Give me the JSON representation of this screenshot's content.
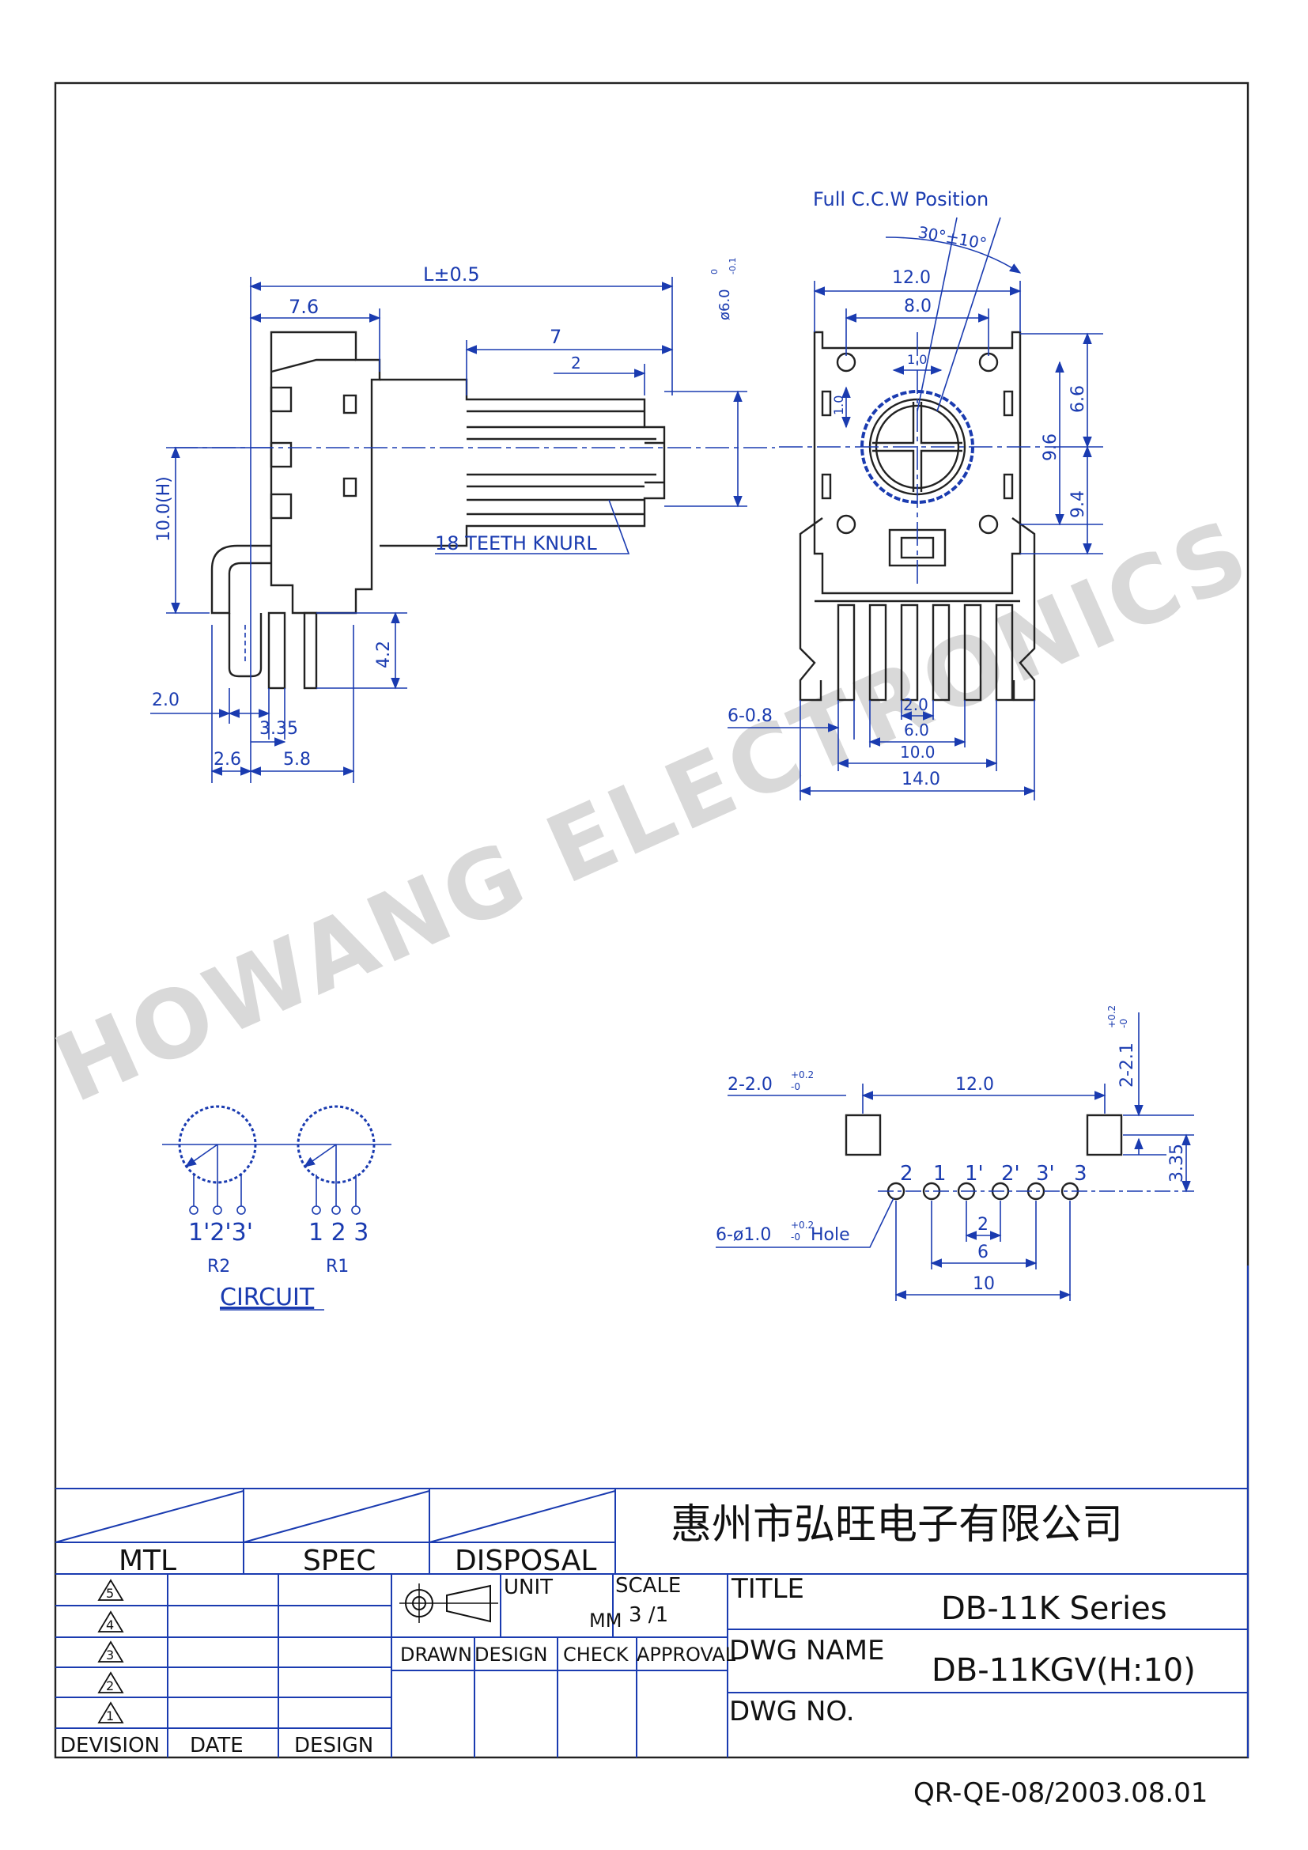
{
  "drawing": {
    "front_view": {
      "shaft_length": "L±0.5",
      "body_depth": "7.6",
      "shaft_knurl_length": "7",
      "shaft_slot": "2",
      "height": "10.0(H)",
      "shaft_diameter": "ø6.0",
      "shaft_diameter_tol_upper": "0",
      "shaft_diameter_tol_lower": "-0.1",
      "knurl_note": "18 TEETH KNURL",
      "pin_height": "4.2",
      "pin_offset": "2.0",
      "pin_spacing": "3.35",
      "base_left": "2.6",
      "base_right": "5.8"
    },
    "side_view": {
      "position_note": "Full C.C.W Position",
      "angle": "30°±10°",
      "width_outer": "12.0",
      "width_holes": "8.0",
      "shaft_offset_h": "1.0",
      "shaft_offset_v": "1.0",
      "upper_height": "6.6",
      "shaft_center": "9.6",
      "lower_height": "9.4",
      "pin_note": "6-0.8",
      "pin_pitch": "2.0",
      "pin_span_inner": "6.0",
      "pin_span_outer": "10.0",
      "body_width": "14.0"
    },
    "pcb_layout": {
      "mount_hole_note": "2-2.0",
      "mount_hole_tol_upper": "+0.2",
      "mount_hole_tol_lower": "-0",
      "mount_spacing": "12.0",
      "mount_height_note": "2-2.1",
      "mount_height_tol_upper": "+0.2",
      "mount_height_tol_lower": "-0",
      "row_offset": "3.35",
      "pin_labels": [
        "2",
        "1",
        "1'",
        "2'",
        "3'",
        "3"
      ],
      "pin_hole_note": "6-ø1.0",
      "pin_hole_tol_upper": "+0.2",
      "pin_hole_tol_lower": "-0",
      "pin_hole_suffix": "Hole",
      "dim_pitch": "2",
      "dim_mid": "6",
      "dim_total": "10"
    },
    "circuit": {
      "r2_pins": "1'2'3'",
      "r1_pins": "1 2 3",
      "r2_label": "R2",
      "r1_label": "R1",
      "caption": "CIRCUIT"
    }
  },
  "watermark": "HOWANG ELECTRONICS",
  "title_block": {
    "company": "惠州市弘旺电子有限公司",
    "mtl": "MTL",
    "spec": "SPEC",
    "disposal": "DISPOSAL",
    "revisions": [
      "5",
      "4",
      "3",
      "2",
      "1"
    ],
    "division": "DEVISION",
    "date": "DATE",
    "design_col": "DESIGN",
    "unit_label": "UNIT",
    "unit_value": "MM",
    "scale_label": "SCALE",
    "scale_value": "3 /1",
    "drawn": "DRAWN",
    "design": "DESIGN",
    "check": "CHECK",
    "approval": "APPROVAL",
    "title_label": "TITLE",
    "title_value": "DB-11K Series",
    "dwg_name_label": "DWG NAME",
    "dwg_name_value": "DB-11KGV(H:10)",
    "dwg_no_label": "DWG NO."
  },
  "form_number": "QR-QE-08/2003.08.01"
}
